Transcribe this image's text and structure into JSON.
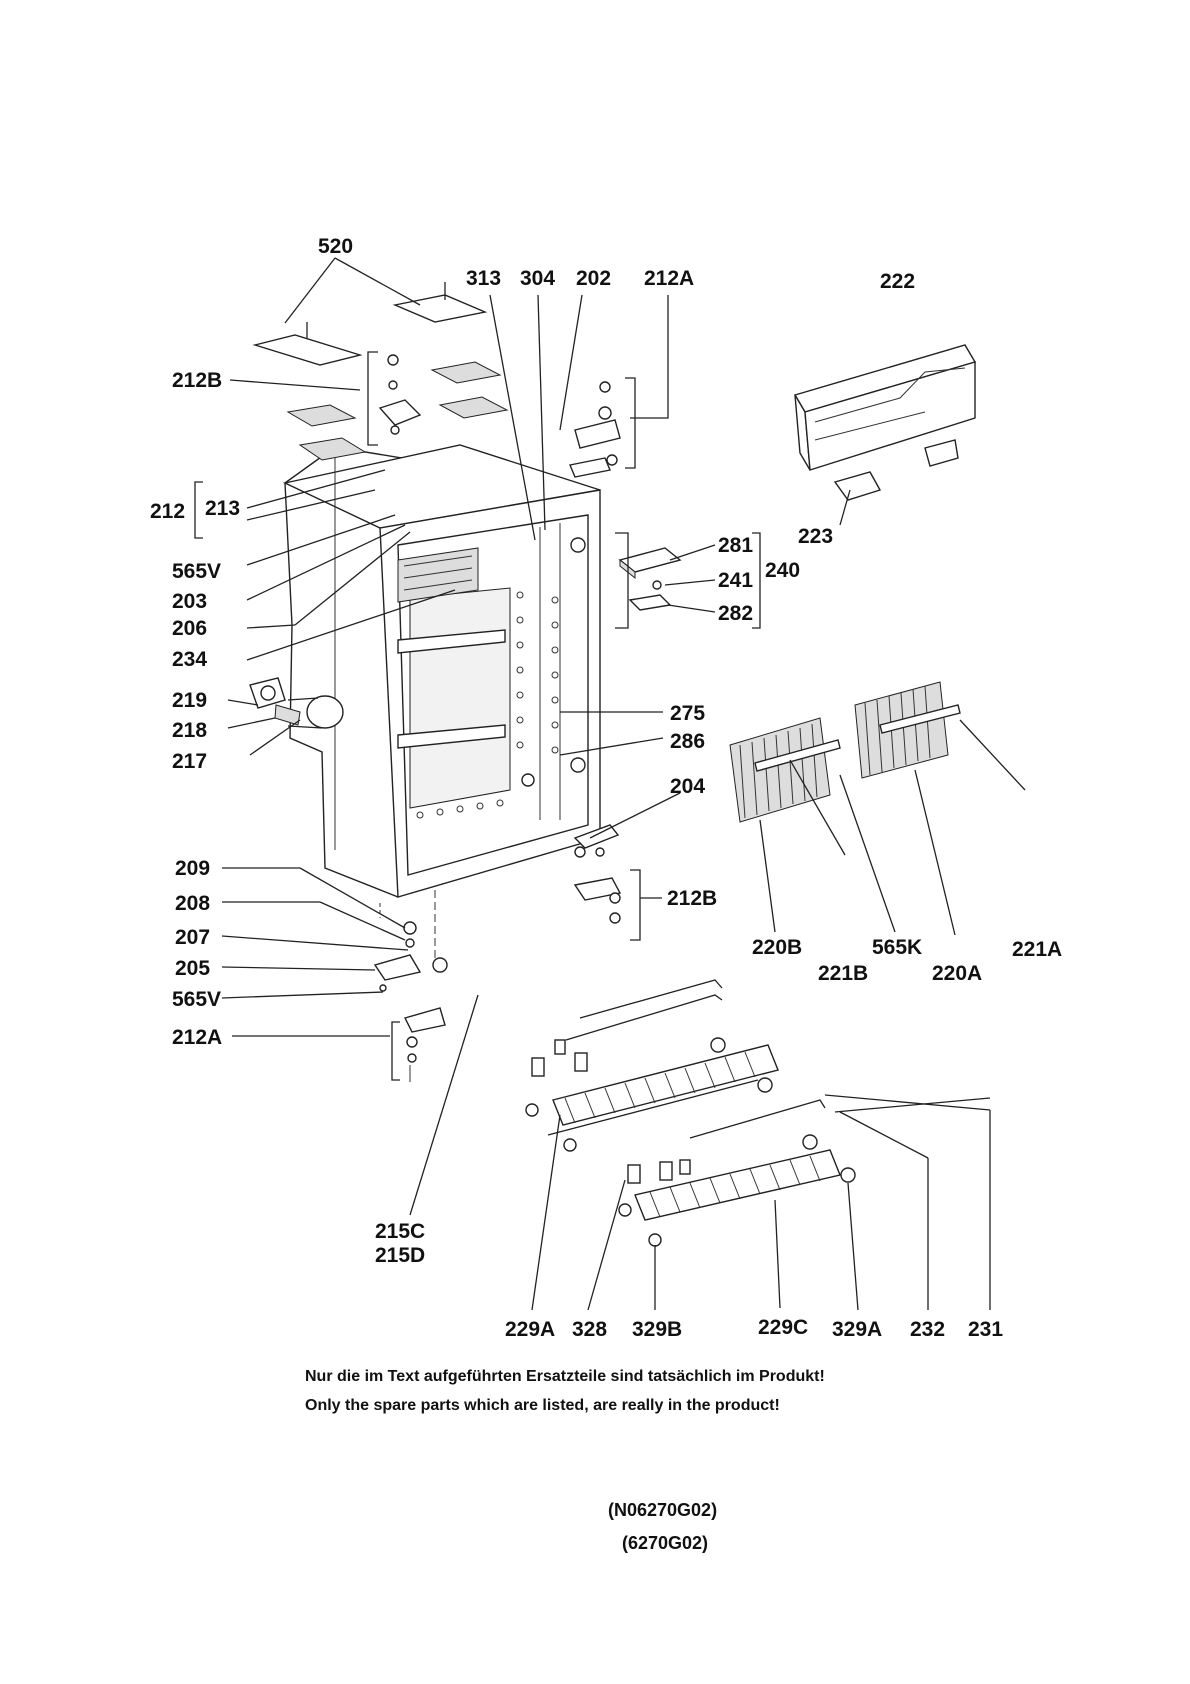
{
  "labels": {
    "l520": "520",
    "l313": "313",
    "l304": "304",
    "l202": "202",
    "l212A_top": "212A",
    "l222": "222",
    "l212B_top": "212B",
    "l212": "212",
    "l213": "213",
    "l565V_top": "565V",
    "l203": "203",
    "l206": "206",
    "l234": "234",
    "l219": "219",
    "l218": "218",
    "l217": "217",
    "l281": "281",
    "l241": "241",
    "l282": "282",
    "l240": "240",
    "l223": "223",
    "l275": "275",
    "l286": "286",
    "l204": "204",
    "l212B_bot": "212B",
    "l209": "209",
    "l208": "208",
    "l207": "207",
    "l205": "205",
    "l565V_bot": "565V",
    "l212A_bot": "212A",
    "l220B": "220B",
    "l565K": "565K",
    "l221A": "221A",
    "l221B": "221B",
    "l220A": "220A",
    "l215C": "215C",
    "l215D": "215D",
    "l229A": "229A",
    "l328": "328",
    "l329B": "329B",
    "l229C": "229C",
    "l329A": "329A",
    "l232": "232",
    "l231": "231"
  },
  "notes": {
    "de": "Nur die im Text aufgeführten Ersatzteile sind tatsächlich im Produkt!",
    "en": "Only the spare parts which are listed, are really in the product!"
  },
  "codes": {
    "code1": "(N06270G02)",
    "code2": "(6270G02)"
  }
}
